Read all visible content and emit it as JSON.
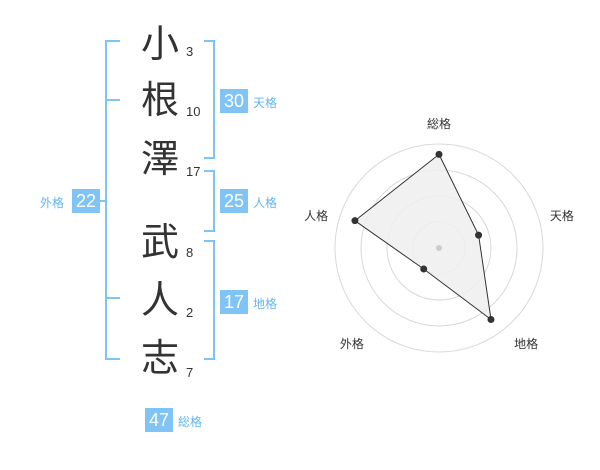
{
  "name": {
    "surname": [
      {
        "char": "小",
        "strokes": "3"
      },
      {
        "char": "根",
        "strokes": "10"
      },
      {
        "char": "澤",
        "strokes": "17"
      }
    ],
    "given": [
      {
        "char": "武",
        "strokes": "8"
      },
      {
        "char": "人",
        "strokes": "2"
      },
      {
        "char": "志",
        "strokes": "7"
      }
    ]
  },
  "scores": {
    "tenkaku": {
      "value": "30",
      "label": "天格"
    },
    "jinkaku": {
      "value": "25",
      "label": "人格"
    },
    "chikaku": {
      "value": "17",
      "label": "地格"
    },
    "gaikaku": {
      "value": "22",
      "label": "外格"
    },
    "soukaku": {
      "value": "47",
      "label": "総格"
    }
  },
  "colors": {
    "accent": "#7fc4f4",
    "accent_text": "#62b5ef"
  },
  "chart_data": {
    "type": "radar",
    "axes": [
      "総格",
      "天格",
      "地格",
      "外格",
      "人格"
    ],
    "values": [
      0.9,
      0.4,
      0.85,
      0.25,
      0.85
    ],
    "range": [
      0,
      1
    ],
    "rings": 4
  }
}
